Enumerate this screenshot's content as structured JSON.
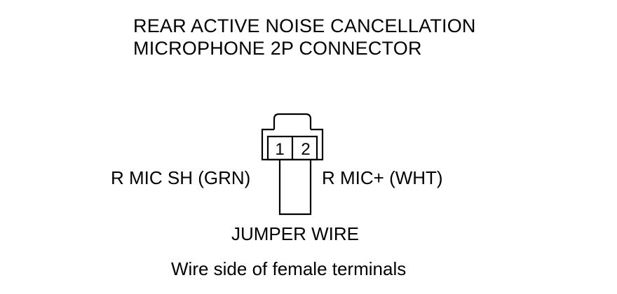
{
  "title": {
    "line1": "REAR ACTIVE NOISE CANCELLATION",
    "line2": "MICROPHONE 2P CONNECTOR"
  },
  "connector": {
    "pin1": "1",
    "pin2": "2",
    "pin1_label": "R MIC SH (GRN)",
    "pin2_label": "R MIC+ (WHT)",
    "jumper_label": "JUMPER WIRE"
  },
  "caption": "Wire side of female terminals"
}
